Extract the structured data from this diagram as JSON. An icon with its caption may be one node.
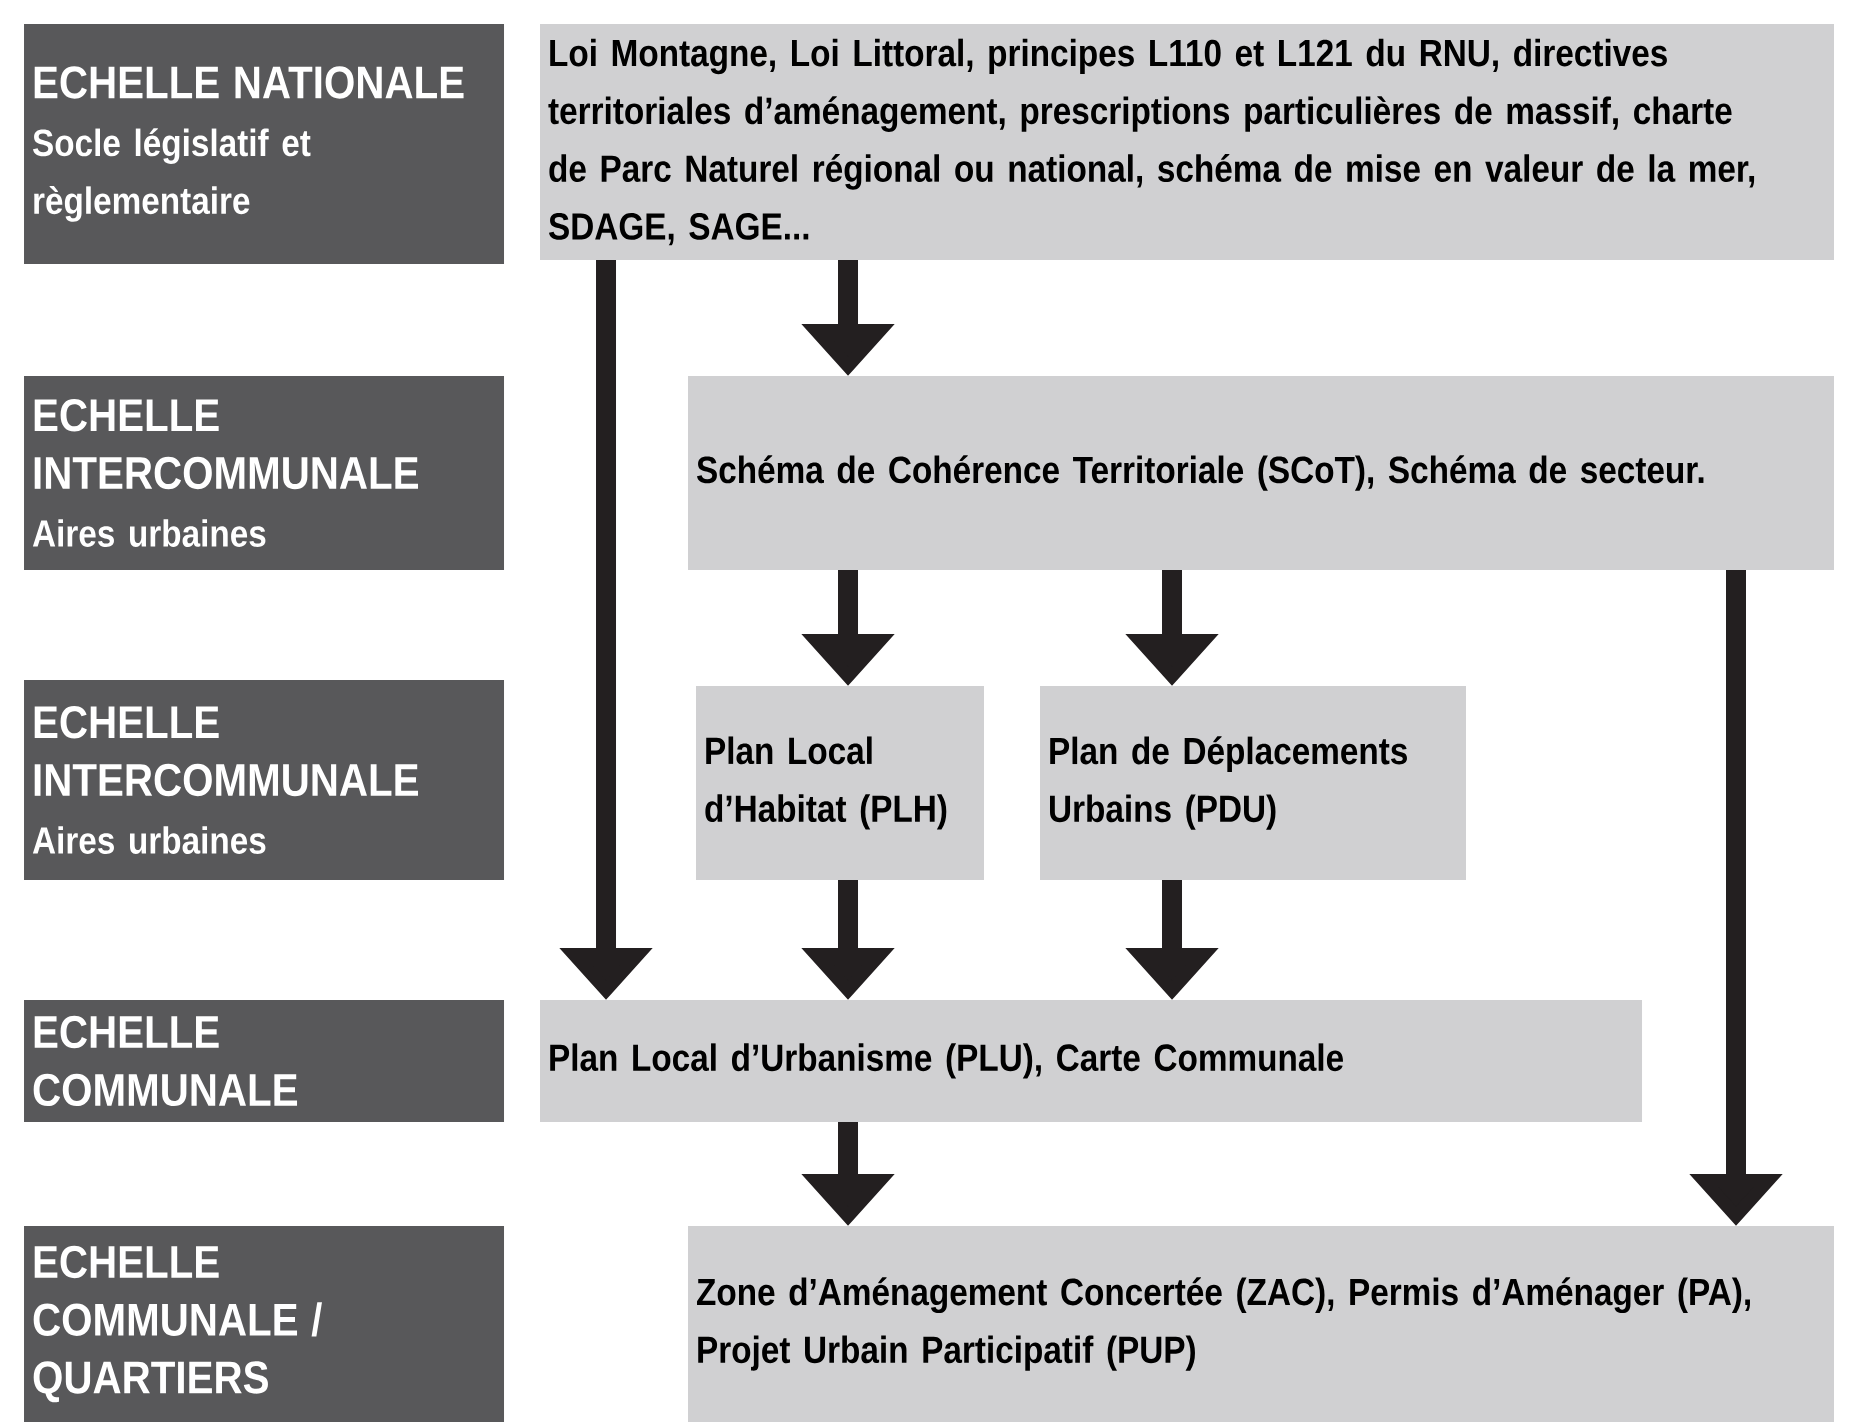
{
  "diagram": {
    "nodes": [
      {
        "text": [
          "ECHELLE NATIONALE",
          "Socle législatif et règlementaire"
        ]
      },
      {
        "text": [
          "Loi Montagne, Loi Littoral, principes L110 et L121 du RNU, directives territoriales d’aménagement, prescriptions particulières de massif, charte de Parc Naturel régional ou national, schéma de mise en valeur de la mer, SDAGE, SAGE..."
        ]
      },
      {
        "text": [
          "ECHELLE INTERCOMMUNALE",
          "Aires urbaines"
        ]
      },
      {
        "text": [
          "Schéma de Cohérence Territoriale (SCoT), Schéma de secteur."
        ]
      },
      {
        "text": [
          "ECHELLE INTERCOMMUNALE",
          "Aires urbaines"
        ]
      },
      {
        "text": [
          "Plan Local d’Habitat (PLH)"
        ]
      },
      {
        "text": [
          "Plan de Déplacements Urbains (PDU)"
        ]
      },
      {
        "text": [
          "ECHELLE COMMUNALE"
        ]
      },
      {
        "text": [
          "Plan Local d’Urbanisme (PLU), Carte Communale"
        ]
      },
      {
        "text": [
          "ECHELLE COMMUNALE / QUARTIERS"
        ]
      },
      {
        "text": [
          "Zone d’Aménagement Concertée (ZAC), Permis d’Aménager (PA), Projet Urbain Participatif (PUP)"
        ]
      }
    ],
    "edges": [
      {
        "from": 1,
        "to": 3,
        "arrow": "to"
      },
      {
        "from": 1,
        "to": 8,
        "arrow": "to"
      },
      {
        "from": 3,
        "to": 5,
        "arrow": "to"
      },
      {
        "from": 3,
        "to": 6,
        "arrow": "to"
      },
      {
        "from": 3,
        "to": 10,
        "arrow": "to"
      },
      {
        "from": 5,
        "to": 8,
        "arrow": "to"
      },
      {
        "from": 6,
        "to": 8,
        "arrow": "to"
      },
      {
        "from": 8,
        "to": 10,
        "arrow": "to"
      }
    ]
  }
}
